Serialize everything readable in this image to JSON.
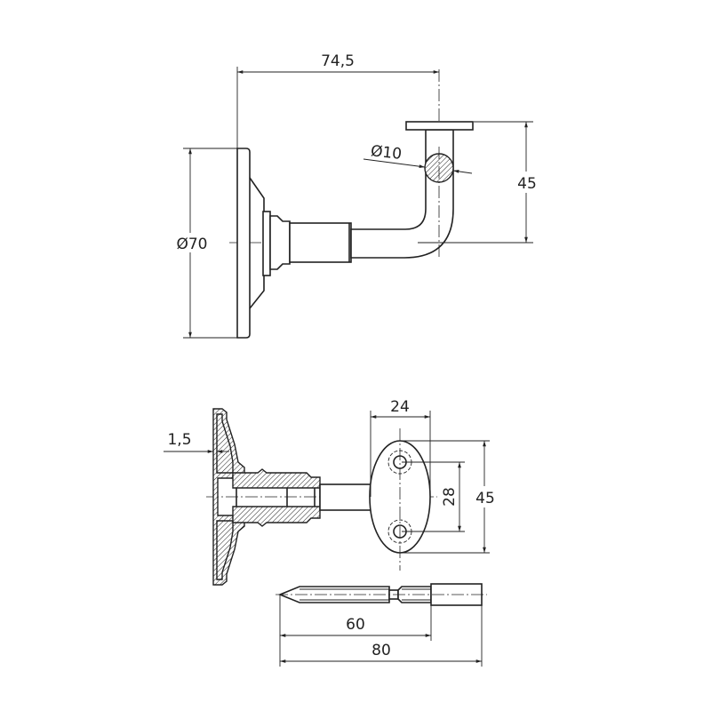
{
  "drawing": {
    "side_view": {
      "dim_reach": "74,5",
      "dim_plate_diameter": "Ø70",
      "dim_rod_diameter": "Ø10",
      "dim_height": "45"
    },
    "section_view": {
      "dim_wall_thickness": "1,5",
      "dim_saddle_width": "24",
      "dim_hole_spacing": "28",
      "dim_saddle_length": "45"
    },
    "screw_view": {
      "dim_thread_length": "60",
      "dim_total_length": "80"
    }
  }
}
